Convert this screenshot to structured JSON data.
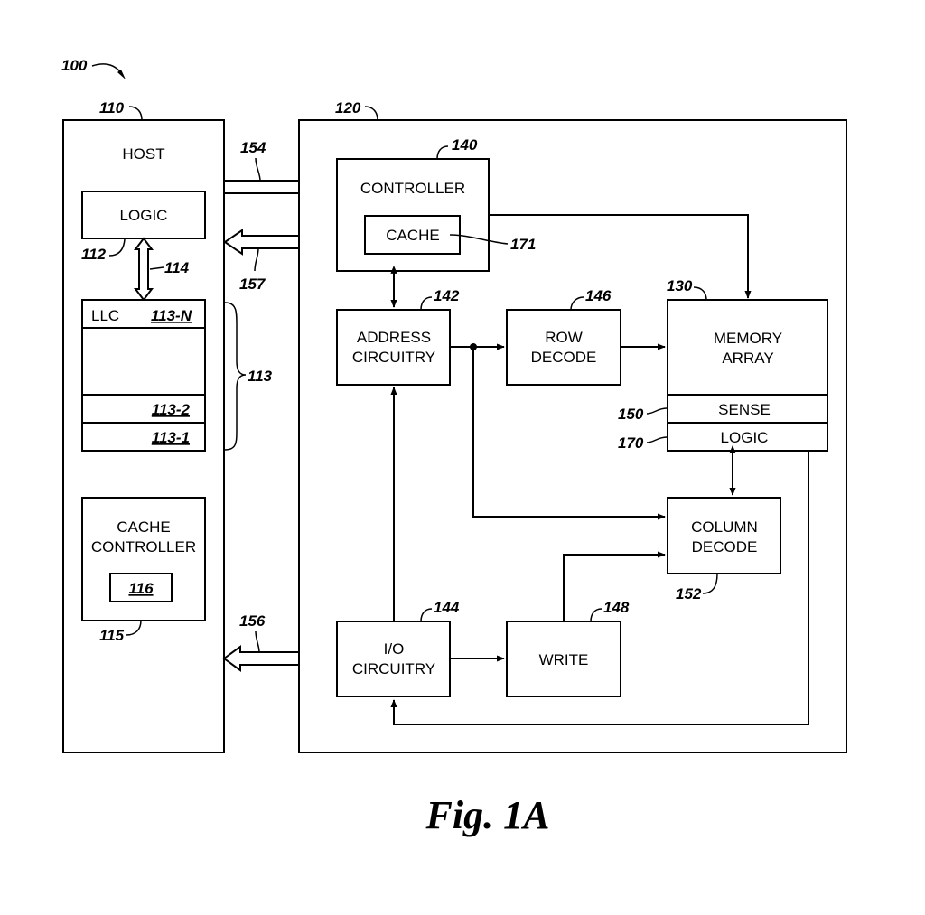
{
  "figure": {
    "caption": "Fig. 1A",
    "ref_100": "100"
  },
  "host": {
    "ref": "110",
    "title": "HOST",
    "logic_label": "LOGIC",
    "logic_ref": "112",
    "link_ref": "114",
    "llc_label": "LLC",
    "llc_group_ref": "113",
    "llc_sections": [
      "113-N",
      "113-2",
      "113-1"
    ],
    "cache_controller_label_1": "CACHE",
    "cache_controller_label_2": "CONTROLLER",
    "cache_controller_inner": "116",
    "cache_controller_ref": "115"
  },
  "buses": {
    "bus_154": "154",
    "bus_157": "157",
    "bus_156": "156"
  },
  "device": {
    "ref": "120",
    "controller": {
      "label": "CONTROLLER",
      "ref": "140",
      "cache_label": "CACHE",
      "cache_ref": "171"
    },
    "address": {
      "label_1": "ADDRESS",
      "label_2": "CIRCUITRY",
      "ref": "142"
    },
    "row_decode": {
      "label_1": "ROW",
      "label_2": "DECODE",
      "ref": "146"
    },
    "memory_array": {
      "label_1": "MEMORY",
      "label_2": "ARRAY",
      "ref": "130",
      "sense_label": "SENSE",
      "sense_ref": "150",
      "logic_label": "LOGIC",
      "logic_ref": "170"
    },
    "column_decode": {
      "label_1": "COLUMN",
      "label_2": "DECODE",
      "ref": "152"
    },
    "io": {
      "label_1": "I/O",
      "label_2": "CIRCUITRY",
      "ref": "144"
    },
    "write": {
      "label": "WRITE",
      "ref": "148"
    }
  }
}
